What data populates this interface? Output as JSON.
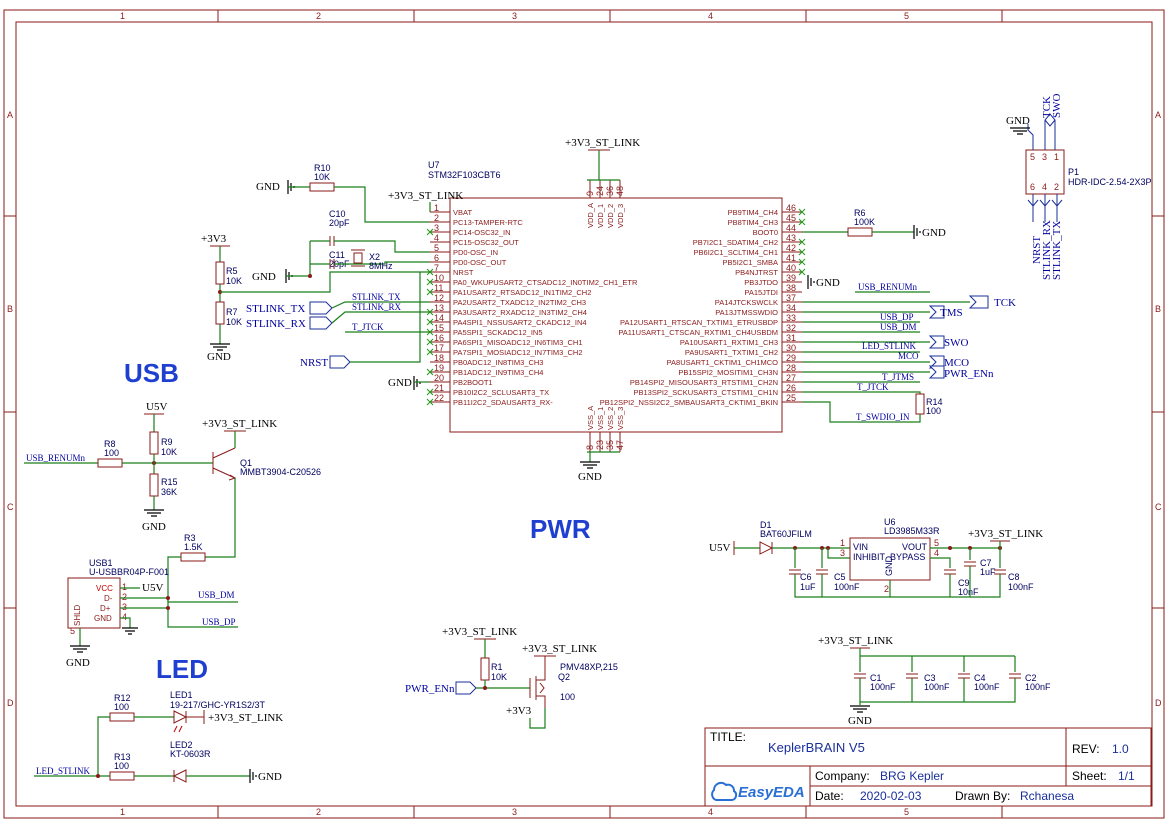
{
  "grid": {
    "columns": [
      "1",
      "2",
      "3",
      "4",
      "5"
    ],
    "rows": [
      "A",
      "B",
      "C",
      "D"
    ]
  },
  "sections": {
    "usb": "USB",
    "pwr": "PWR",
    "led": "LED"
  },
  "power": {
    "v33": "+3V3_ST_LINK",
    "v33b": "+3V3",
    "v3": "+3V3",
    "v5": "U5V",
    "gnd": "GND"
  },
  "mcu": {
    "ref": "U7",
    "part": "STM32F103CBT6",
    "left_pins": [
      {
        "n": "1",
        "name": "VBAT"
      },
      {
        "n": "2",
        "name": "PC13-TAMPER-RTC"
      },
      {
        "n": "3",
        "name": "PC14-OSC32_IN"
      },
      {
        "n": "4",
        "name": "PC15-OSC32_OUT"
      },
      {
        "n": "5",
        "name": "PD0-OSC_IN"
      },
      {
        "n": "6",
        "name": "PD0-OSC_OUT"
      },
      {
        "n": "7",
        "name": "NRST"
      },
      {
        "n": "10",
        "name": "PA0_WKUPUSART2_CTSADC12_IN0TIM2_CH1_ETR"
      },
      {
        "n": "11",
        "name": "PA1USART2_RTSADC12_IN1TIM2_CH2"
      },
      {
        "n": "12",
        "name": "PA2USART2_TXADC12_IN2TIM2_CH3"
      },
      {
        "n": "13",
        "name": "PA3USART2_RXADC12_IN3TIM2_CH4"
      },
      {
        "n": "14",
        "name": "PA4SPI1_NSSUSART2_CKADC12_IN4"
      },
      {
        "n": "15",
        "name": "PA5SPI1_SCKADC12_IN5"
      },
      {
        "n": "16",
        "name": "PA6SPI1_MISOADC12_IN6TIM3_CH1"
      },
      {
        "n": "17",
        "name": "PA7SPI1_MOSIADC12_IN7TIM3_CH2"
      },
      {
        "n": "18",
        "name": "PB0ADC12_IN8TIM3_CH3"
      },
      {
        "n": "19",
        "name": "PB1ADC12_IN9TIM3_CH4"
      },
      {
        "n": "20",
        "name": "PB2BOOT1"
      },
      {
        "n": "21",
        "name": "PB10I2C2_SCLUSART3_TX"
      },
      {
        "n": "22",
        "name": "PB11I2C2_SDAUSART3_RX-"
      }
    ],
    "right_pins": [
      {
        "n": "46",
        "name": "PB9TIM4_CH4"
      },
      {
        "n": "45",
        "name": "PB8TIM4_CH3"
      },
      {
        "n": "44",
        "name": "BOOT0"
      },
      {
        "n": "43",
        "name": "PB7I2C1_SDATIM4_CH2"
      },
      {
        "n": "42",
        "name": "PB6I2C1_SCLTIM4_CH1"
      },
      {
        "n": "41",
        "name": "PB5I2C1_SMBA"
      },
      {
        "n": "40",
        "name": "PB4NJTRST"
      },
      {
        "n": "39",
        "name": "PB3JTDO"
      },
      {
        "n": "38",
        "name": "PA15JTDI"
      },
      {
        "n": "37",
        "name": "PA14JTCKSWCLK"
      },
      {
        "n": "34",
        "name": "PA13JTMSSWDIO"
      },
      {
        "n": "33",
        "name": "PA12USART1_RTSCAN_TXTIM1_ETRUSBDP"
      },
      {
        "n": "32",
        "name": "PA11USART1_CTSCAN_RXTIM1_CH4USBDM"
      },
      {
        "n": "31",
        "name": "PA10USART1_RXTIM1_CH3"
      },
      {
        "n": "30",
        "name": "PA9USART1_TXTIM1_CH2"
      },
      {
        "n": "29",
        "name": "PA8USART1_CKTIM1_CH1MCO"
      },
      {
        "n": "28",
        "name": "PB15SPI2_MOSITIM1_CH3N"
      },
      {
        "n": "27",
        "name": "PB14SPI2_MISOUSART3_RTSTIM1_CH2N"
      },
      {
        "n": "26",
        "name": "PB13SPI2_SCKUSART3_CTSTIM1_CH1N"
      },
      {
        "n": "25",
        "name": "PB12SPI2_NSSI2C2_SMBAUSART3_CKTIM1_BKIN"
      }
    ],
    "top_pins": [
      {
        "n": "9",
        "name": "VDD_A"
      },
      {
        "n": "24",
        "name": "VDD_1"
      },
      {
        "n": "36",
        "name": "VDD_2"
      },
      {
        "n": "48",
        "name": "VDD_3"
      }
    ],
    "bottom_pins": [
      {
        "n": "8",
        "name": "VSS_A"
      },
      {
        "n": "23",
        "name": "VSS_1"
      },
      {
        "n": "35",
        "name": "VSS_2"
      },
      {
        "n": "47",
        "name": "VSS_3"
      }
    ]
  },
  "components": {
    "r10": {
      "ref": "R10",
      "val": "10K"
    },
    "c10": {
      "ref": "C10",
      "val": "20pF"
    },
    "c11": {
      "ref": "C11",
      "val": "20pF"
    },
    "x2": {
      "ref": "X2",
      "val": "8MHz"
    },
    "r5": {
      "ref": "R5",
      "val": "10K"
    },
    "r7": {
      "ref": "R7",
      "val": "10K"
    },
    "r6": {
      "ref": "R6",
      "val": "100K"
    },
    "r14": {
      "ref": "R14",
      "val": "100"
    },
    "r8": {
      "ref": "R8",
      "val": "100"
    },
    "r9": {
      "ref": "R9",
      "val": "10K"
    },
    "r15": {
      "ref": "R15",
      "val": "36K"
    },
    "q1": {
      "ref": "Q1",
      "val": "MMBT3904-C20526"
    },
    "r3": {
      "ref": "R3",
      "val": "1.5K"
    },
    "usb1": {
      "ref": "USB1",
      "val": "U-USBBR04P-F001",
      "vcc": "VCC",
      "dm": "D-",
      "dp": "D+",
      "gnd": "GND",
      "shld": "SHLD"
    },
    "r12": {
      "ref": "R12",
      "val": "100"
    },
    "led1": {
      "ref": "LED1",
      "val": "19-217/GHC-YR1S2/3T"
    },
    "led2": {
      "ref": "LED2",
      "val": "KT-0603R"
    },
    "r13": {
      "ref": "R13",
      "val": "100"
    },
    "r1": {
      "ref": "R1",
      "val": "10K"
    },
    "q2": {
      "ref": "Q2",
      "val": "PMV48XP,215",
      "pinv": "100"
    },
    "d1": {
      "ref": "D1",
      "val": "BAT60JFILM"
    },
    "u6": {
      "ref": "U6",
      "val": "LD3985M33R",
      "vin": "VIN",
      "inhibit": "INHIBIT",
      "vout": "VOUT",
      "bypass": "BYPASS",
      "gnd": "GND"
    },
    "c6": {
      "ref": "C6",
      "val": "1uF"
    },
    "c5": {
      "ref": "C5",
      "val": "100nF"
    },
    "c9": {
      "ref": "C9",
      "val": "10nF"
    },
    "c7": {
      "ref": "C7",
      "val": "1uF"
    },
    "c8": {
      "ref": "C8",
      "val": "100nF"
    },
    "c1": {
      "ref": "C1",
      "val": "100nF"
    },
    "c3": {
      "ref": "C3",
      "val": "100nF"
    },
    "c4": {
      "ref": "C4",
      "val": "100nF"
    },
    "c2": {
      "ref": "C2",
      "val": "100nF"
    },
    "p1": {
      "ref": "P1",
      "val": "HDR-IDC-2.54-2X3P"
    }
  },
  "nets": {
    "stlink_tx": "STLINK_TX",
    "stlink_rx": "STLINK_RX",
    "t_jtck": "T_JTCK",
    "nrst": "NRST",
    "usb_renum": "USB_RENUMn",
    "tck": "TCK",
    "usb_dp": "USB_DP",
    "usb_dm": "USB_DM",
    "tms": "TMS",
    "led_stlink": "LED_STLINK",
    "swo": "SWO",
    "mco": "MCO",
    "pwr_en": "PWR_ENn",
    "t_jtms": "T_JTMS",
    "t_swdio_in": "T_SWDIO_IN",
    "u5v": "U5V"
  },
  "header_labels": {
    "tck": "TCK",
    "swo": "SWO",
    "nrst": "NRST",
    "stlink_rx": "STLINK_RX",
    "stlink_tx": "STLINK_TX"
  },
  "title_block": {
    "title_label": "TITLE:",
    "title": "KeplerBRAIN V5",
    "rev_label": "REV:",
    "rev": "1.0",
    "company_label": "Company:",
    "company": "BRG Kepler",
    "sheet_label": "Sheet:",
    "sheet": "1/1",
    "date_label": "Date:",
    "date": "2020-02-03",
    "drawn_label": "Drawn By:",
    "drawn": "Rchanesa",
    "logo": "EasyEDA"
  }
}
